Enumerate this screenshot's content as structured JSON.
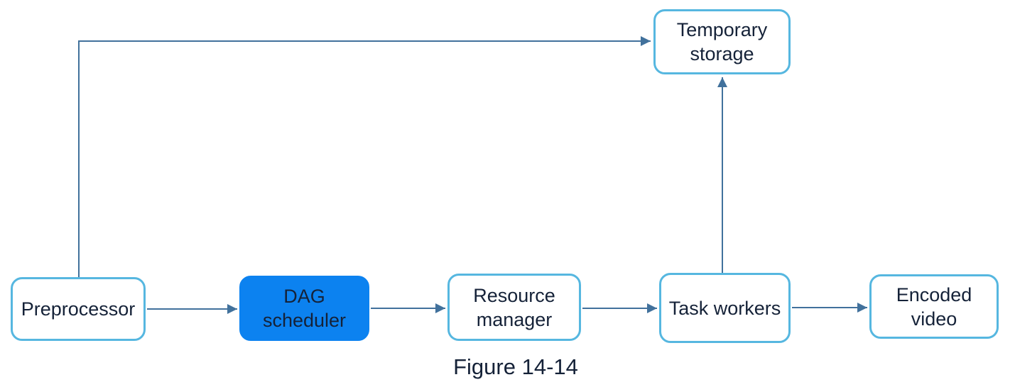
{
  "figure": {
    "caption": "Figure 14-14"
  },
  "diagram": {
    "nodes": [
      {
        "id": "preprocessor",
        "label": "Preprocessor",
        "highlighted": false
      },
      {
        "id": "dag-scheduler",
        "label": "DAG\nscheduler",
        "highlighted": true
      },
      {
        "id": "resource-manager",
        "label": "Resource\nmanager",
        "highlighted": false
      },
      {
        "id": "task-workers",
        "label": "Task workers",
        "highlighted": false
      },
      {
        "id": "encoded-video",
        "label": "Encoded\nvideo",
        "highlighted": false
      },
      {
        "id": "temporary-storage",
        "label": "Temporary\nstorage",
        "highlighted": false
      }
    ],
    "edges": [
      {
        "from": "preprocessor",
        "to": "dag-scheduler"
      },
      {
        "from": "dag-scheduler",
        "to": "resource-manager"
      },
      {
        "from": "resource-manager",
        "to": "task-workers"
      },
      {
        "from": "task-workers",
        "to": "encoded-video"
      },
      {
        "from": "task-workers",
        "to": "temporary-storage"
      },
      {
        "from": "preprocessor",
        "to": "temporary-storage"
      }
    ],
    "colors": {
      "box_border": "#56b7e0",
      "box_fill": "#ffffff",
      "highlight_fill": "#0c82f0",
      "arrow": "#41719c",
      "text": "#152238"
    }
  }
}
